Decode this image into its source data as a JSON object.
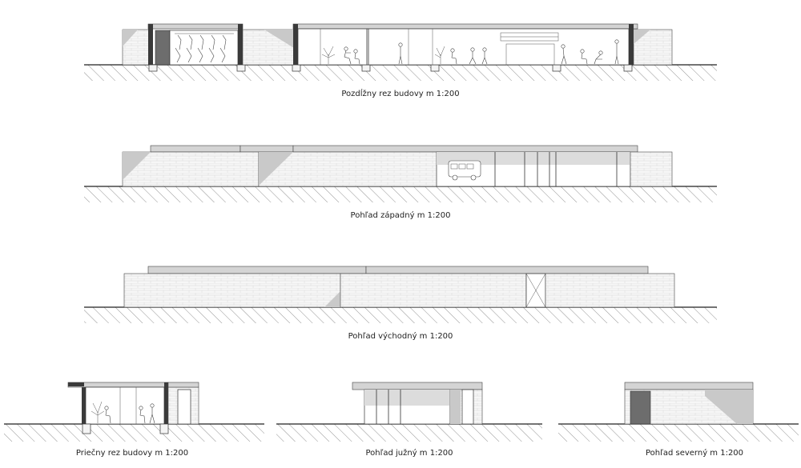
{
  "drawings": [
    {
      "id": "pozdlzny-rez",
      "caption": "Pozdĺžny rez budovy m 1:200"
    },
    {
      "id": "pohlad-zapadny",
      "caption": "Pohľad západný m 1:200"
    },
    {
      "id": "pohlad-vychodny",
      "caption": "Pohľad východný m 1:200"
    },
    {
      "id": "priecny-rez",
      "caption": "Priečny rez budovy m 1:200"
    },
    {
      "id": "pohlad-juzny",
      "caption": "Pohľad južný m 1:200"
    },
    {
      "id": "pohlad-severny",
      "caption": "Pohľad severný m 1:200"
    }
  ],
  "icons": {
    "brick_texture": "brick-wall-pattern",
    "ground_hatch": "diagonal-hatch-ground",
    "vehicle": "minibus-icon",
    "people": "person-figure-icon",
    "plants": "potted-plant-icon"
  },
  "colors": {
    "line": "#333333",
    "roof": "#d4d4d4",
    "shadow": "#c9c9c9",
    "section_cut": "#3a3a3a",
    "wall": "#f4f4f4"
  }
}
